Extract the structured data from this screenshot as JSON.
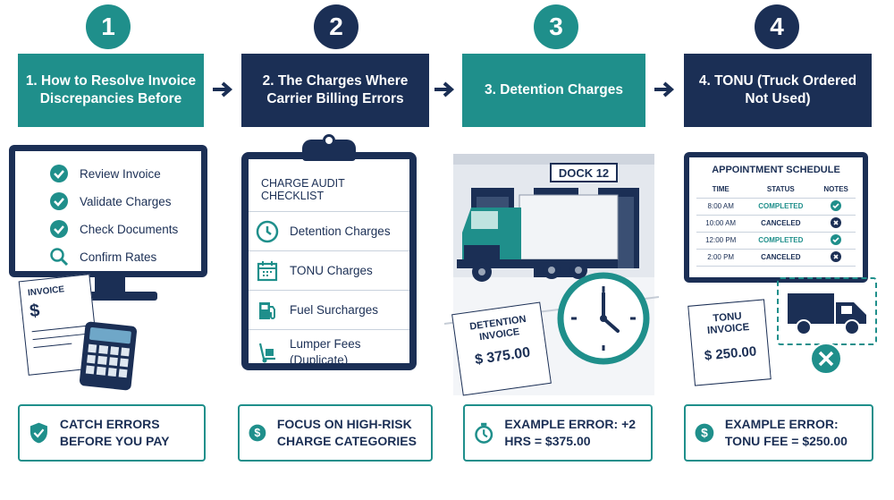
{
  "steps": [
    {
      "number": "1",
      "title": "1. How to Resolve Invoice Discrepancies Before"
    },
    {
      "number": "2",
      "title": "2. The Charges Where Carrier Billing Errors"
    },
    {
      "number": "3",
      "title": "3. Detention Charges"
    },
    {
      "number": "4",
      "title": "4. TONU (Truck Ordered Not Used)"
    }
  ],
  "panel1": {
    "checklist": [
      "Review Invoice",
      "Validate Charges",
      "Check Documents",
      "Confirm Rates"
    ],
    "invoice_label": "INVOICE",
    "invoice_symbol": "$"
  },
  "panel2": {
    "title": "CHARGE AUDIT CHECKLIST",
    "items": [
      "Detention Charges",
      "TONU Charges",
      "Fuel Surcharges",
      "Lumper Fees (Duplicate)"
    ]
  },
  "panel3": {
    "dock_label": "DOCK 12",
    "invoice_title": "DETENTION INVOICE",
    "invoice_amount": "$ 375.00"
  },
  "panel4": {
    "schedule_title": "APPOINTMENT SCHEDULE",
    "columns": [
      "TIME",
      "STATUS",
      "NOTES"
    ],
    "rows": [
      {
        "time": "8:00 AM",
        "status": "COMPLETED",
        "note": "check"
      },
      {
        "time": "10:00 AM",
        "status": "CANCELED",
        "note": "x"
      },
      {
        "time": "12:00 PM",
        "status": "COMPLETED",
        "note": "check"
      },
      {
        "time": "2:00 PM",
        "status": "CANCELED",
        "note": "x"
      }
    ],
    "invoice_title": "TONU INVOICE",
    "invoice_amount": "$ 250.00"
  },
  "footer": [
    "Catch errors before you pay",
    "Focus on high-risk charge categories",
    "Example error: +2 hrs = $375.00",
    "Example error: TONU fee = $250.00"
  ],
  "colors": {
    "teal": "#1f8f8b",
    "navy": "#1b2f55"
  }
}
